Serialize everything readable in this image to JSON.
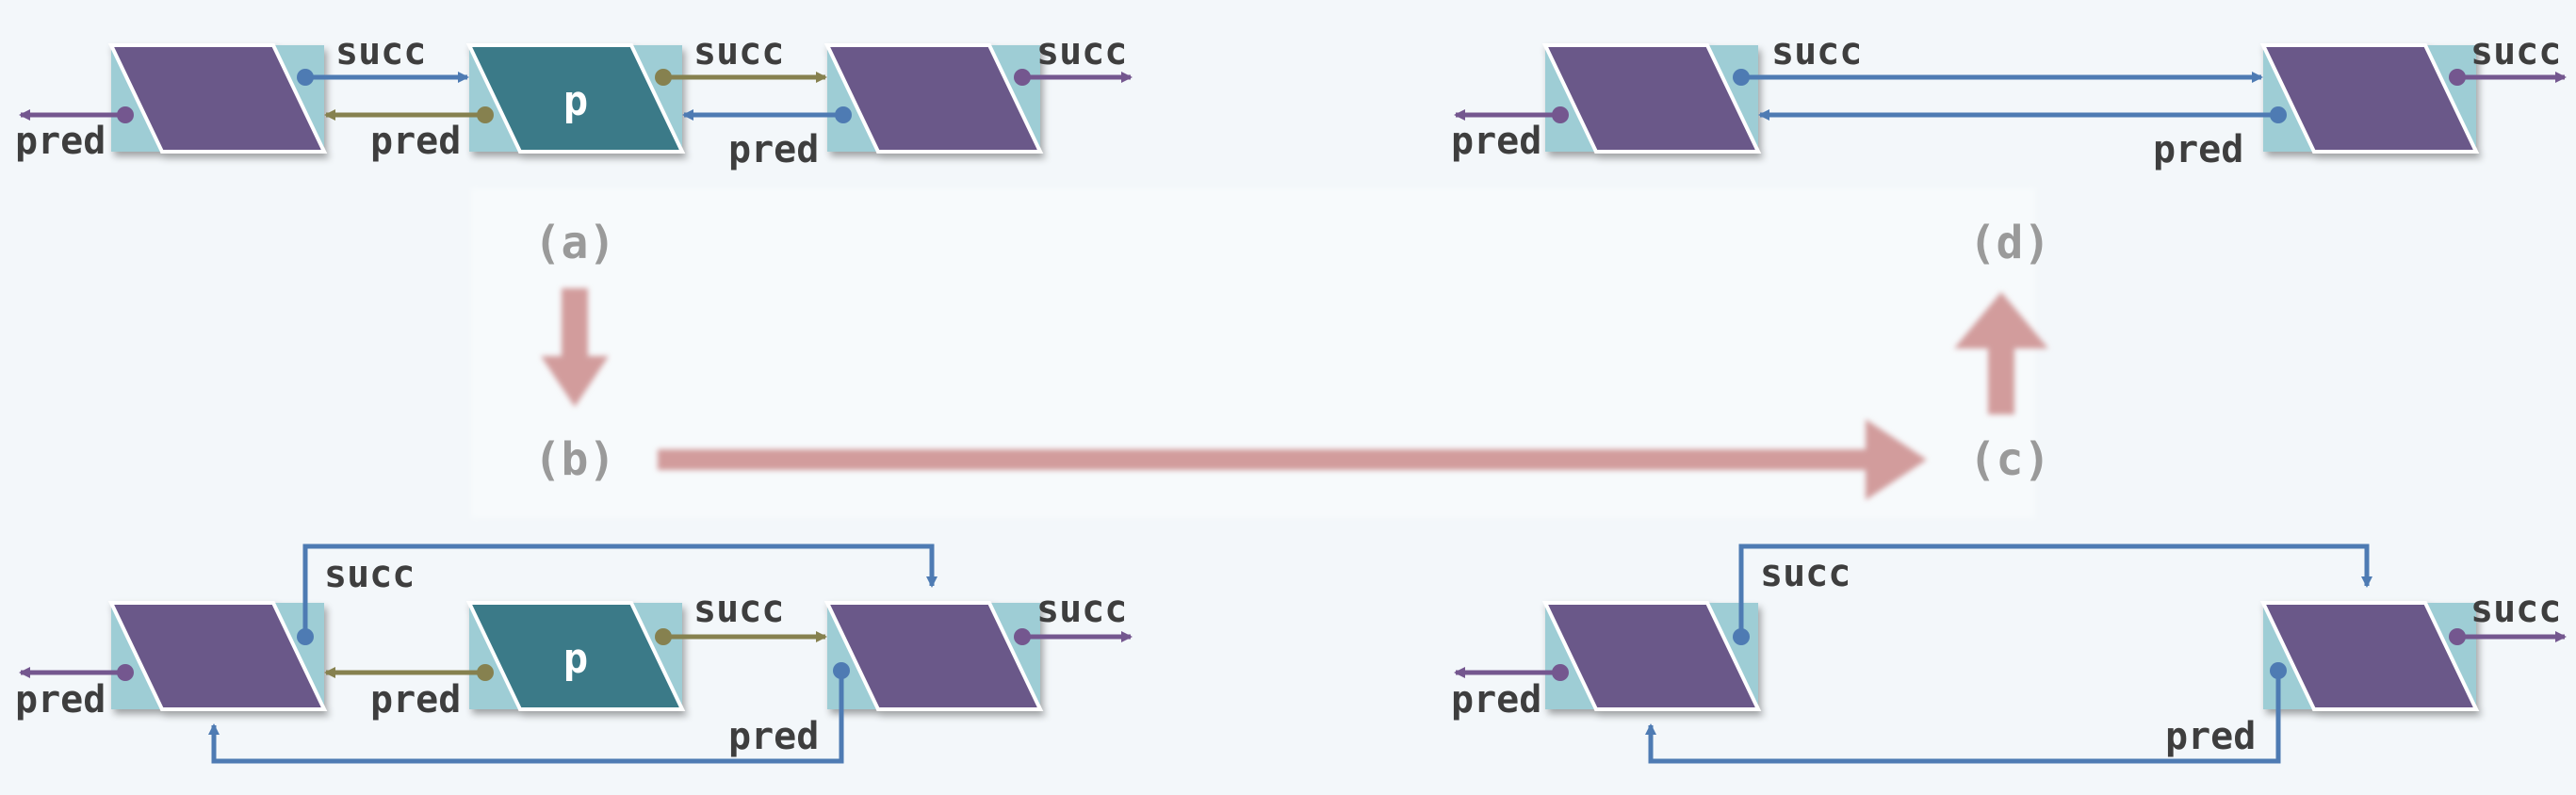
{
  "colors": {
    "background": "#f3f7fa",
    "node_fill": "#6b5889",
    "p_fill": "#3b7a88",
    "cell_fill": "#9ecdd5",
    "succ_link": "#4e7bb3",
    "p_link": "#86814f",
    "outer_link": "#74578f",
    "big_arrow": "#d29c9c"
  },
  "labels": {
    "succ": "succ",
    "pred": "pred",
    "p": "p"
  },
  "steps": {
    "a": "(a)",
    "b": "(b)",
    "c": "(c)",
    "d": "(d)"
  }
}
